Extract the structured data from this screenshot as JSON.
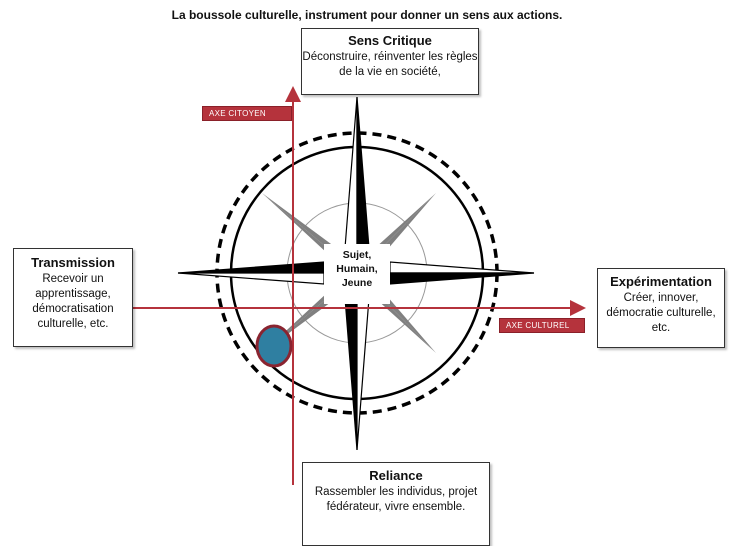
{
  "title": "La boussole culturelle, instrument pour donner un sens aux actions.",
  "center": [
    "Sujet,",
    "Humain,",
    "Jeune"
  ],
  "axes": {
    "vertical": "AXE CITOYEN",
    "horizontal": "AXE CULTUREL"
  },
  "boxes": {
    "top": {
      "heading": "Sens Critique",
      "text": "Déconstruire, réinventer les règles de la vie en société,"
    },
    "left": {
      "heading": "Transmission",
      "text": "Recevoir un apprentissage, démocratisation culturelle, etc."
    },
    "right": {
      "heading": "Expérimentation",
      "text": "Créer, innover, démocratie culturelle, etc."
    },
    "bottom": {
      "heading": "Reliance",
      "text": "Rassembler les individus, projet fédérateur, vivre ensemble."
    }
  },
  "colors": {
    "axis": "#b5333c",
    "marker_fill": "#2f7fa1",
    "marker_border": "#8a2430",
    "compass_dark": "#000000",
    "compass_gray": "#808080"
  }
}
